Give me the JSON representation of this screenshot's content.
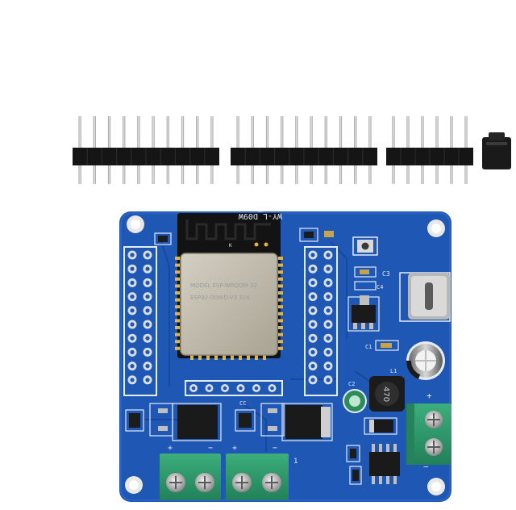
{
  "image": {
    "subject": "ESP32 relay/driver board with loose pin headers and a jumper",
    "colors": {
      "background": "#ffffff",
      "pcb": "#1f57b5",
      "pcb_dark": "#184a9c",
      "silkscreen": "#e4ecf7",
      "header_plastic": "#141414",
      "pin_metal": "#bfbfbf",
      "terminal_green": "#2f9b6c",
      "module_shield": "#b9b3a2",
      "antenna_black": "#131313"
    }
  },
  "pcb": {
    "board_code": "WY-L_D09W",
    "module_lines": [
      "MODEL ESP-WROOM-32",
      "ESP32-D0WD-V3 32X"
    ],
    "labels": {
      "c3": "C3",
      "c4": "C4",
      "c1": "C1",
      "c2": "C2",
      "l1": "L1",
      "inductor": "470",
      "plus_main": "+",
      "minus_main": "−",
      "out1_plus": "+",
      "out1_minus": "−",
      "out2_plus": "+",
      "out2_minus": "−",
      "out2_num": "1",
      "cc": "CC"
    }
  }
}
